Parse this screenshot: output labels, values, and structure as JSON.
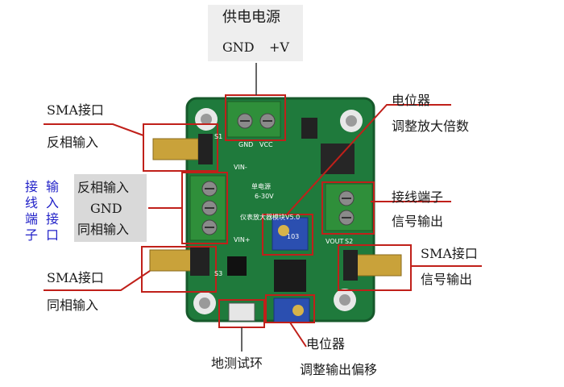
{
  "labels": {
    "power_title": "供电电源",
    "power_gnd": "GND",
    "power_v": "+V",
    "sma_left_top": "SMA接口",
    "inv_input_top": "反相输入",
    "terminal_vertical": "接线端子",
    "input_vertical": "输入接口",
    "inv_input": "反相输入",
    "gnd": "GND",
    "noninv_input": "同相输入",
    "sma_left_bottom": "SMA接口",
    "noninv_input_bottom": "同相输入",
    "test_ring": "地测试环",
    "pot_gain_title": "电位器",
    "pot_gain_desc": "调整放大倍数",
    "terminal_out": "接线端子",
    "signal_out_1": "信号输出",
    "sma_right": "SMA接口",
    "signal_out_2": "信号输出",
    "pot_offset_title": "电位器",
    "pot_offset_desc": "调整输出偏移"
  },
  "board_text": {
    "power_caption": "单电源",
    "voltage": "6-30V",
    "module_name": "仪表放大器模块V5.0",
    "vin_minus": "VIN-",
    "vin_plus": "VIN+",
    "gnd": "GND",
    "vcc": "VCC",
    "vout": "VOUT",
    "pot_code": "103",
    "s1": "S1",
    "s2": "S2",
    "s3": "S3"
  },
  "colors": {
    "pcb": "#1f7a3c",
    "pcb_edge": "#16592b",
    "terminal": "#2f8f3a",
    "pot": "#2b4fb0",
    "leader": "#c0201a",
    "sma": "#c9a23a",
    "blue_text": "#2222c8"
  }
}
